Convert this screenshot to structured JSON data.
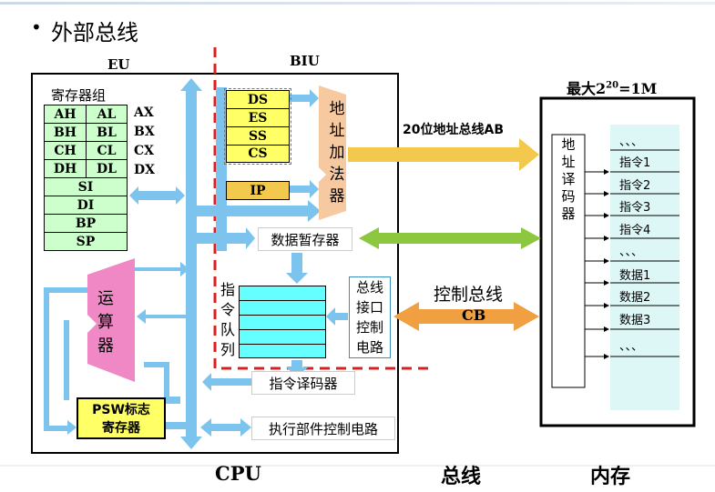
{
  "colors": {
    "bus_blue": "#7cc4ee",
    "address_bus": "#f2c94c",
    "data_bus": "#8dc63f",
    "control_bus": "#f0a040",
    "adder": "#f6c9a0",
    "alu": "#ef88c4",
    "register_green": "#ccffcc",
    "segment_yellow": "#ffff66",
    "memory_cyan": "#ddf6f6",
    "divider_red": "#d92020"
  },
  "slide": {
    "bullet": "•",
    "title": "外部总线"
  },
  "eu": {
    "label": "EU",
    "regs_title": "寄存器组",
    "pairs": [
      [
        "AH",
        "AL",
        "AX"
      ],
      [
        "BH",
        "BL",
        "BX"
      ],
      [
        "CH",
        "CL",
        "CX"
      ],
      [
        "DH",
        "DL",
        "DX"
      ]
    ],
    "singles": [
      "SI",
      "DI",
      "BP",
      "SP"
    ],
    "alu": [
      "运",
      "算",
      "器"
    ],
    "psw": [
      "PSW标志",
      "寄存器"
    ]
  },
  "biu": {
    "label": "BIU",
    "segs": [
      "DS",
      "ES",
      "SS",
      "CS"
    ],
    "ip": "IP",
    "adder": [
      "地",
      "址",
      "加",
      "法",
      "器"
    ],
    "data_temp": "数据暂存器",
    "queue_label": [
      "指",
      "令",
      "队",
      "列"
    ],
    "bus_iface": [
      "总线",
      "接口",
      "控制",
      "电路"
    ],
    "decoder": "指令译码器",
    "exec_ctrl": "执行部件控制电路"
  },
  "bus": {
    "address": "20位地址总线AB",
    "control": "控制总线",
    "cb": "CB"
  },
  "memory": {
    "title": "最大2",
    "title_sup": "20",
    "title_tail": "=1M",
    "decoder": [
      "地",
      "址",
      "译",
      "码",
      "器"
    ],
    "cells": [
      "、、、",
      "指令1",
      "指令2",
      "指令3",
      "指令4",
      "、、、",
      "数据1",
      "数据2",
      "数据3",
      "、、、"
    ]
  },
  "footer": {
    "cpu": "CPU",
    "bus": "总线",
    "mem": "内存"
  }
}
